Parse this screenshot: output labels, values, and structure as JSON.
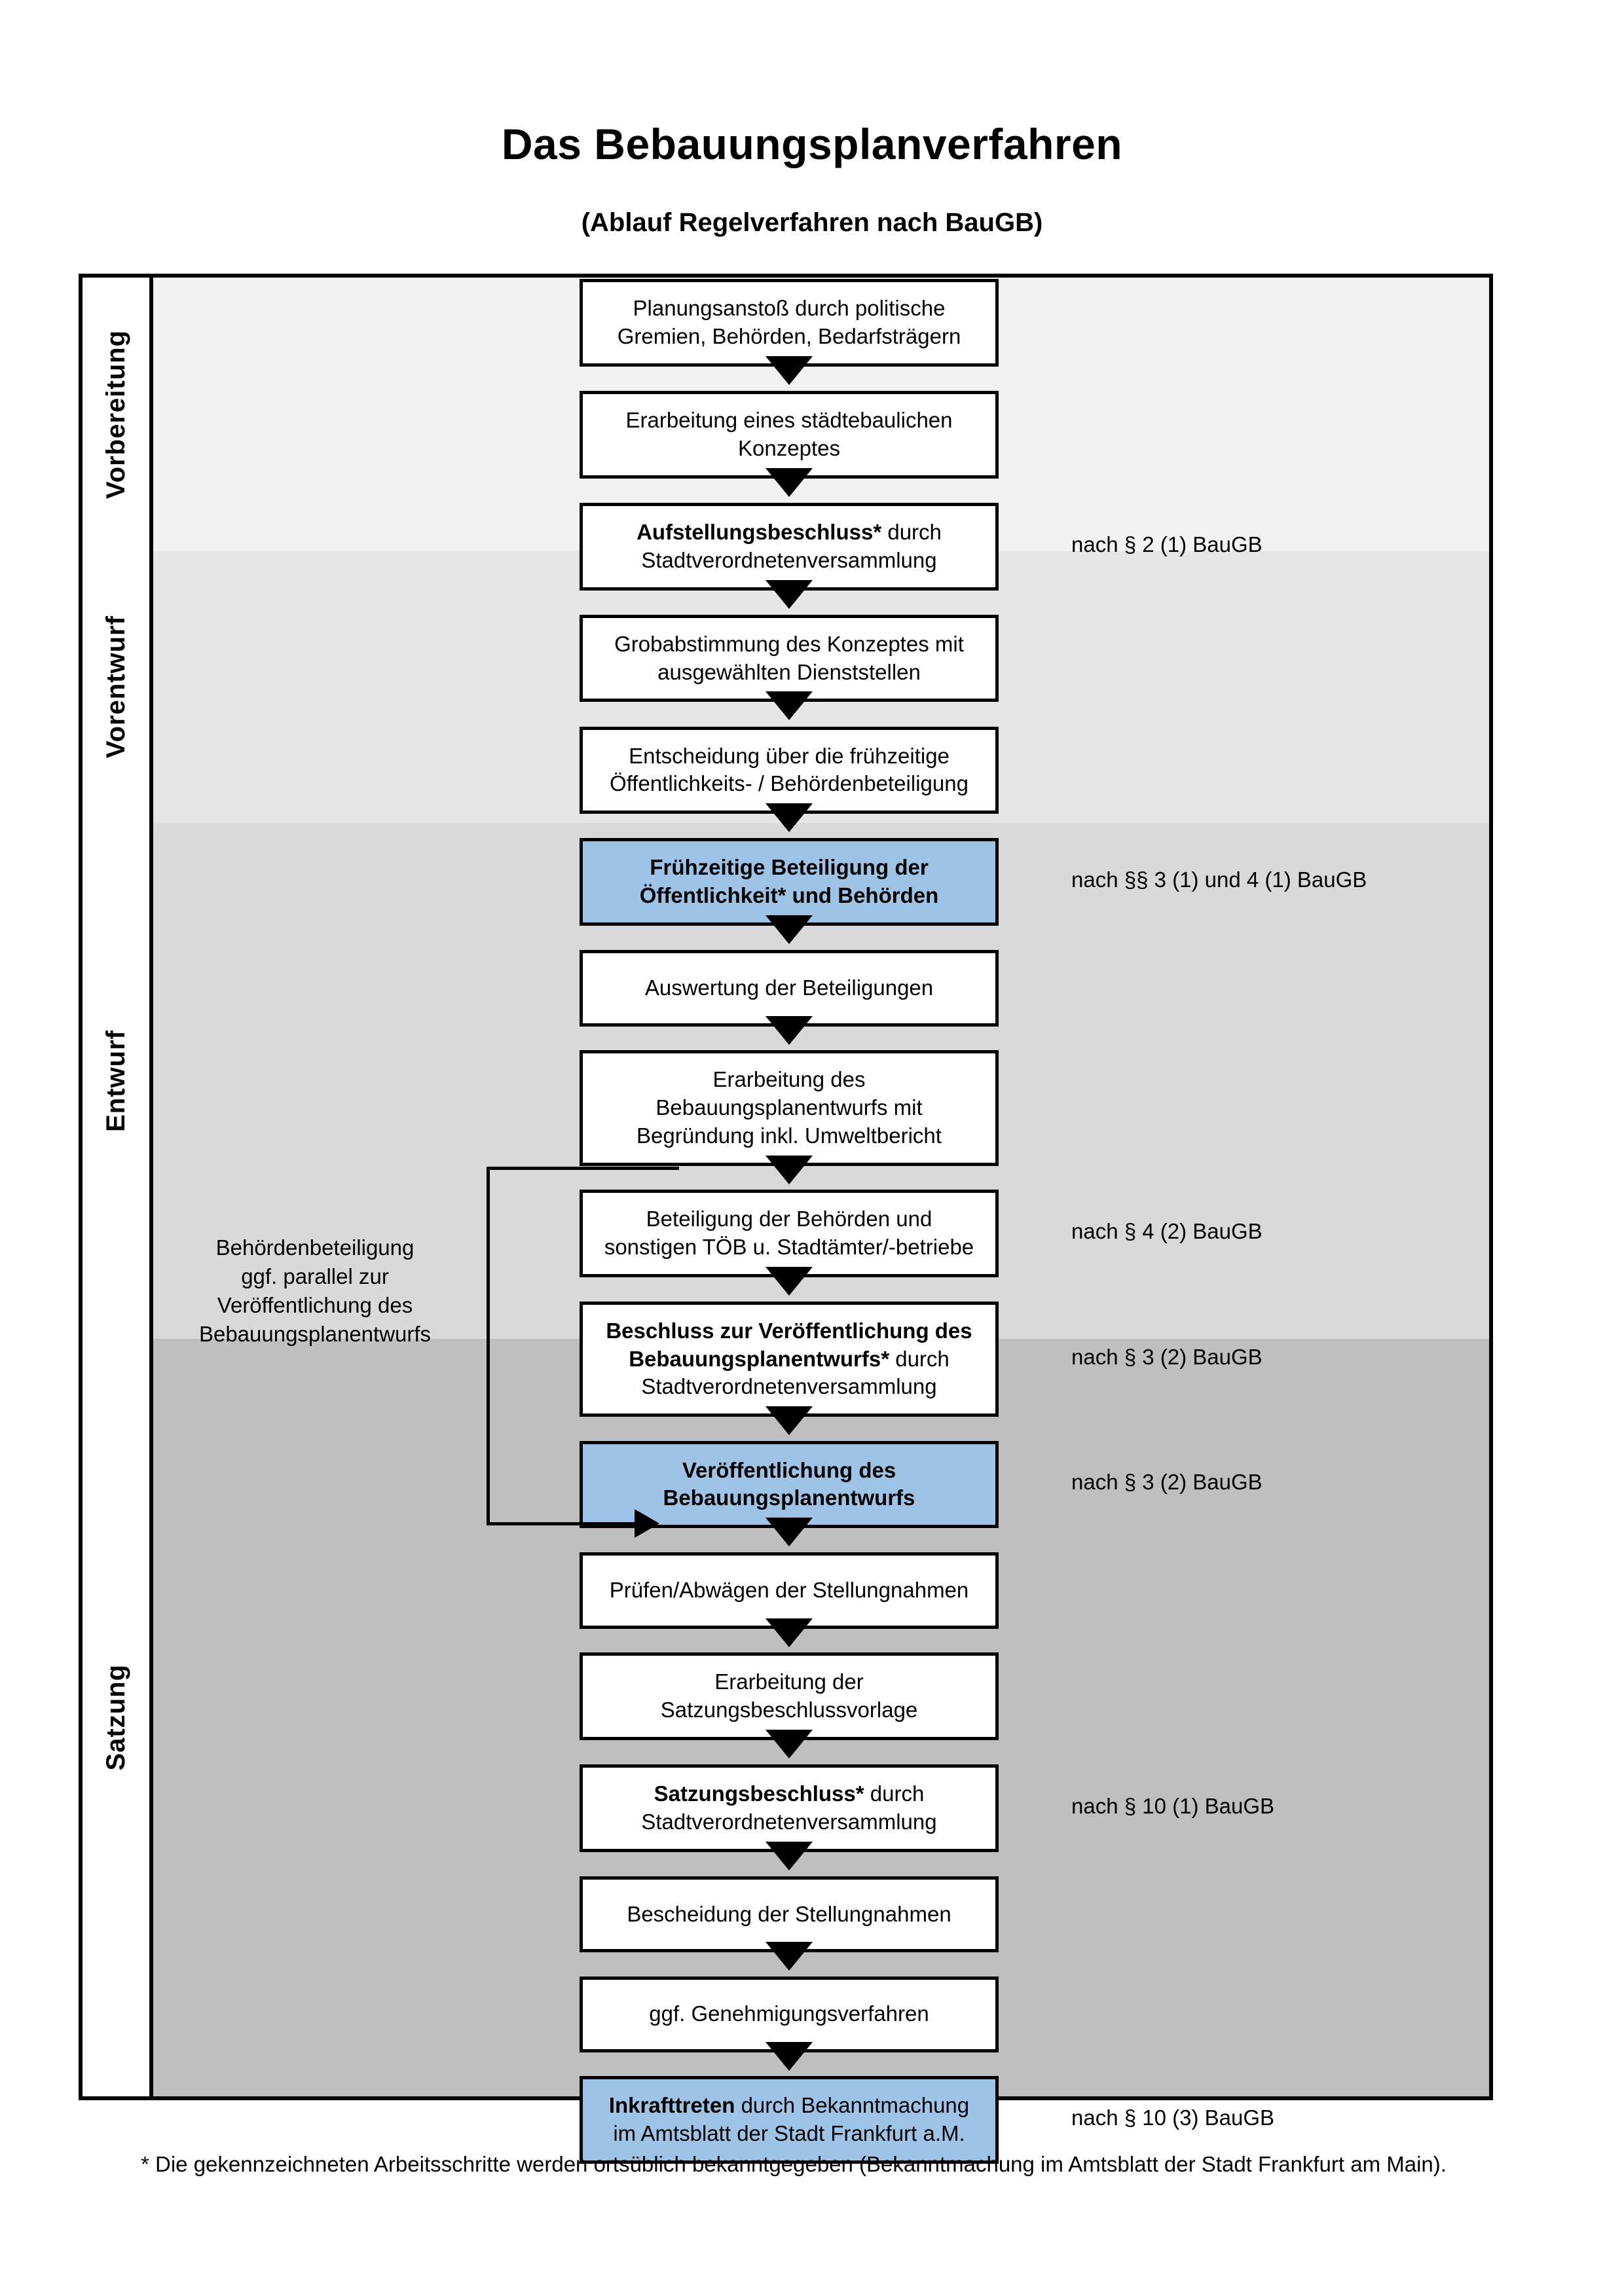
{
  "header": {
    "title": "Das Bebauungsplanverfahren",
    "subtitle": "(Ablauf Regelverfahren nach BauGB)"
  },
  "colors": {
    "highlight": "#9dc3e6",
    "band_vorbereitung": "#f2f2f2",
    "band_vorentwurf": "#e6e6e6",
    "band_entwurf": "#d9d9d9",
    "band_satzung": "#bfbfbf",
    "border": "#000000"
  },
  "phases": [
    {
      "id": "vorbereitung",
      "label": "Vorbereitung"
    },
    {
      "id": "vorentwurf",
      "label": "Vorentwurf"
    },
    {
      "id": "entwurf",
      "label": "Entwurf"
    },
    {
      "id": "satzung",
      "label": "Satzung"
    }
  ],
  "steps": [
    {
      "id": "s1",
      "phase": "vorbereitung",
      "highlight": false,
      "lines": [
        {
          "text": "Planungsanstoß durch politische",
          "bold": false
        },
        {
          "text": "Gremien, Behörden, Bedarfsträgern",
          "bold": false
        }
      ]
    },
    {
      "id": "s2",
      "phase": "vorbereitung",
      "highlight": false,
      "lines": [
        {
          "text": "Erarbeitung eines städtebaulichen",
          "bold": false
        },
        {
          "text": "Konzeptes",
          "bold": false
        }
      ]
    },
    {
      "id": "s3",
      "phase": "vorbereitung",
      "highlight": false,
      "lines": [
        {
          "text": "Aufstellungsbeschluss*",
          "bold": true,
          "suffix": " durch"
        },
        {
          "text": "Stadtverordnetenversammlung",
          "bold": false
        }
      ]
    },
    {
      "id": "s4",
      "phase": "vorentwurf",
      "highlight": false,
      "lines": [
        {
          "text": "Grobabstimmung des Konzeptes mit",
          "bold": false
        },
        {
          "text": "ausgewählten Dienststellen",
          "bold": false
        }
      ]
    },
    {
      "id": "s5",
      "phase": "vorentwurf",
      "highlight": false,
      "lines": [
        {
          "text": "Entscheidung über die frühzeitige",
          "bold": false
        },
        {
          "text": "Öffentlichkeits- / Behördenbeteiligung",
          "bold": false
        }
      ]
    },
    {
      "id": "s6",
      "phase": "vorentwurf",
      "highlight": true,
      "lines": [
        {
          "text": "Frühzeitige Beteiligung der",
          "bold": true
        },
        {
          "text": "Öffentlichkeit* und Behörden",
          "bold": true
        }
      ]
    },
    {
      "id": "s7",
      "phase": "entwurf",
      "highlight": false,
      "lines": [
        {
          "text": "Auswertung der Beteiligungen",
          "bold": false
        }
      ]
    },
    {
      "id": "s8",
      "phase": "entwurf",
      "highlight": false,
      "lines": [
        {
          "text": "Erarbeitung des",
          "bold": false
        },
        {
          "text": "Bebauungsplanentwurfs mit",
          "bold": false
        },
        {
          "text": "Begründung inkl. Umweltbericht",
          "bold": false
        }
      ]
    },
    {
      "id": "s9",
      "phase": "entwurf",
      "highlight": false,
      "lines": [
        {
          "text": "Beteiligung der Behörden und",
          "bold": false
        },
        {
          "text": "sonstigen TÖB u. Stadtämter/-betriebe",
          "bold": false
        }
      ]
    },
    {
      "id": "s10",
      "phase": "entwurf",
      "highlight": false,
      "lines": [
        {
          "text": "Beschluss zur Veröffentlichung des",
          "bold": true
        },
        {
          "text": "Bebauungsplanentwurfs*",
          "bold": true,
          "suffix": " durch"
        },
        {
          "text": "Stadtverordnetenversammlung",
          "bold": false
        }
      ]
    },
    {
      "id": "s11",
      "phase": "entwurf",
      "highlight": true,
      "lines": [
        {
          "text": "Veröffentlichung des",
          "bold": true
        },
        {
          "text": "Bebauungsplanentwurfs",
          "bold": true
        }
      ]
    },
    {
      "id": "s12",
      "phase": "satzung",
      "highlight": false,
      "lines": [
        {
          "text": "Prüfen/Abwägen der Stellungnahmen",
          "bold": false
        }
      ]
    },
    {
      "id": "s13",
      "phase": "satzung",
      "highlight": false,
      "lines": [
        {
          "text": "Erarbeitung der",
          "bold": false
        },
        {
          "text": "Satzungsbeschlussvorlage",
          "bold": false
        }
      ]
    },
    {
      "id": "s14",
      "phase": "satzung",
      "highlight": false,
      "lines": [
        {
          "text": "Satzungsbeschluss*",
          "bold": true,
          "suffix": " durch"
        },
        {
          "text": "Stadtverordnetenversammlung",
          "bold": false
        }
      ]
    },
    {
      "id": "s15",
      "phase": "satzung",
      "highlight": false,
      "lines": [
        {
          "text": "Bescheidung der Stellungnahmen",
          "bold": false
        }
      ]
    },
    {
      "id": "s16",
      "phase": "satzung",
      "highlight": false,
      "lines": [
        {
          "text": "ggf. Genehmigungsverfahren",
          "bold": false
        }
      ]
    },
    {
      "id": "s17",
      "phase": "satzung",
      "highlight": true,
      "lines": [
        {
          "text": "Inkrafttreten",
          "bold": true,
          "suffix": " durch Bekanntmachung"
        },
        {
          "text": "im Amtsblatt der Stadt Frankfurt a.M.",
          "bold": false
        }
      ]
    }
  ],
  "legal_refs": [
    {
      "id": "l1",
      "text": "nach § 2 (1) BauGB",
      "for": "s3"
    },
    {
      "id": "l2",
      "text": "nach §§ 3 (1) und 4 (1) BauGB",
      "for": "s6"
    },
    {
      "id": "l3",
      "text": "nach § 4 (2) BauGB",
      "for": "s9"
    },
    {
      "id": "l4",
      "text": "nach § 3 (2) BauGB",
      "for": "s10"
    },
    {
      "id": "l5",
      "text": "nach § 3 (2) BauGB",
      "for": "s11"
    },
    {
      "id": "l6",
      "text": "nach § 10 (1) BauGB",
      "for": "s14"
    },
    {
      "id": "l7",
      "text": "nach § 10 (3) BauGB",
      "for": "s17"
    }
  ],
  "side_note": {
    "lines": [
      "Behördenbeteiligung",
      "ggf. parallel zur",
      "Veröffentlichung des",
      "Bebauungsplanentwurfs"
    ]
  },
  "footnote": {
    "text": "* Die gekennzeichneten Arbeitsschritte werden ortsüblich bekanntgegeben (Bekanntmachung im Amtsblatt  der Stadt Frankfurt am Main)."
  }
}
